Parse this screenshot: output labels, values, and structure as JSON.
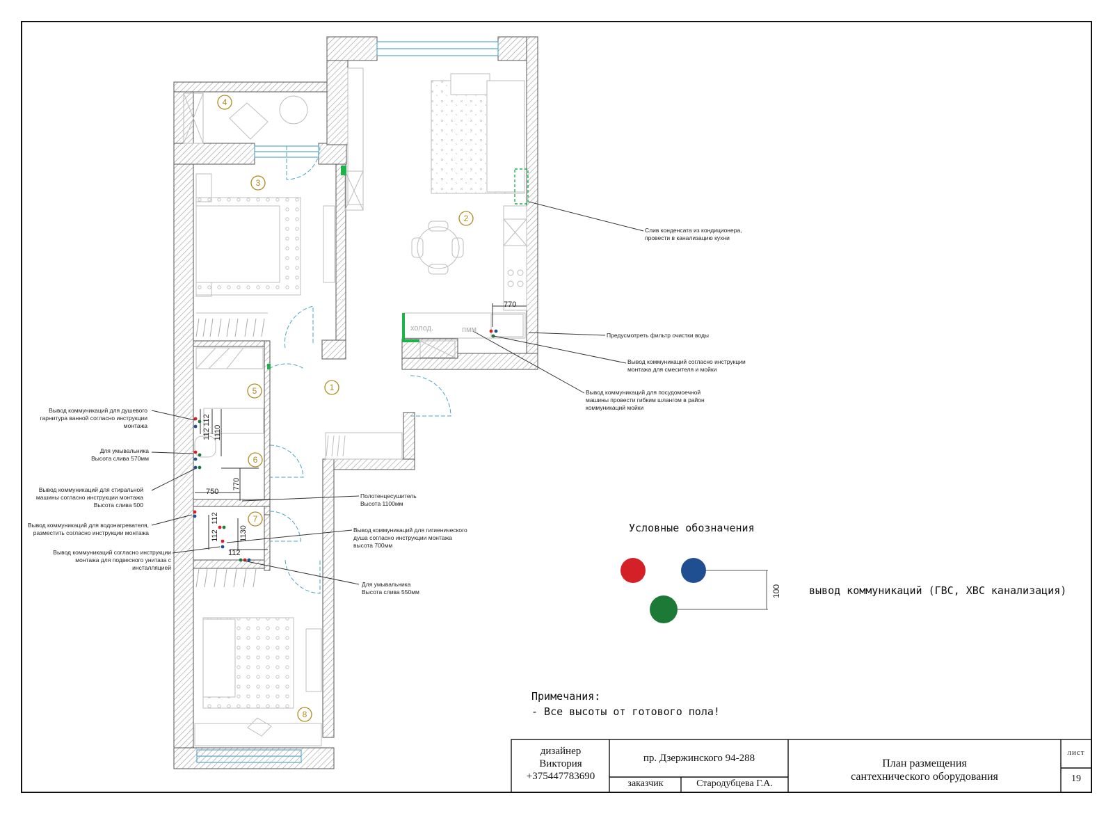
{
  "rooms": [
    {
      "num": "1"
    },
    {
      "num": "2"
    },
    {
      "num": "3"
    },
    {
      "num": "4"
    },
    {
      "num": "5"
    },
    {
      "num": "6"
    },
    {
      "num": "7"
    },
    {
      "num": "8"
    }
  ],
  "dimensions": {
    "kitchen_770": "770",
    "bath_112a": "112",
    "bath_112b": "112",
    "bath_1110": "1110",
    "bath_770": "770",
    "bath_750": "750",
    "wc_112a": "112",
    "wc_1130": "1130",
    "wc_112b": "112",
    "wc_112c": "112"
  },
  "fixture_labels": {
    "fridge": "холод.",
    "dishwasher": "пмм"
  },
  "annotations": {
    "condensate": [
      "Слив конденсата из кондиционера,",
      "провести в канализацию кухни"
    ],
    "filter": [
      "Предусмотреть фильтр очистки воды"
    ],
    "kitchen_mixer": [
      "Вывод коммуникаций согласно инструкции",
      "монтажа для смесителя и мойки"
    ],
    "dishwasher": [
      "Вывод коммуникаций для посудомоечной",
      "машины провести гибким шлангом  в район",
      "коммуникаций мойки"
    ],
    "shower": [
      "Вывод коммуникаций для душевого",
      "гарнитура ванной согласно инструкции",
      "монтажа"
    ],
    "basin_570": [
      "Для умывальника",
      "Высота слива 570мм"
    ],
    "washer": [
      "Вывод коммуникаций для стиральной",
      "машины согласно инструкции монтажа",
      "Высота слива 500"
    ],
    "towel_rail": [
      "Полотенцесушитель",
      "Высота 1100мм"
    ],
    "water_heater": [
      "Вывод коммуникаций для водонагревателя,",
      "разместить согласно инструкции монтажа"
    ],
    "hygienic_shower": [
      "Вывод коммуникаций для  гигиенического",
      "душа согласно инструкции монтажа",
      "высота 700мм"
    ],
    "toilet": [
      "Вывод коммуникаций согласно инструкции",
      "монтажа для подвесного унитаза с",
      "инсталляцией"
    ],
    "basin_550": [
      "Для умывальника",
      "Высота слива 550мм"
    ]
  },
  "legend": {
    "title": "Условные обозначения",
    "dimension": "100",
    "description": "вывод коммуникаций (ГВС, ХВС канализация)",
    "colors": {
      "hot": "#d42027",
      "cold": "#1f4f91",
      "drain": "#1d7a36"
    }
  },
  "notes": {
    "title": "Примечания:",
    "line1": "- Все высоты от готового пола!"
  },
  "title_block": {
    "designer_role": "дизайнер",
    "designer_name": "Виктория",
    "designer_phone": "+375447783690",
    "address": "пр. Дзержинского 94-288",
    "customer_label": "заказчик",
    "customer_name": "Стародубцева Г.А.",
    "title_line1": "План размещения",
    "title_line2": "сантехнического оборудования",
    "sheet_label": "лист",
    "sheet_number": "19"
  },
  "room_label_color": "#b08a1e",
  "accent_green": "#1db34a"
}
